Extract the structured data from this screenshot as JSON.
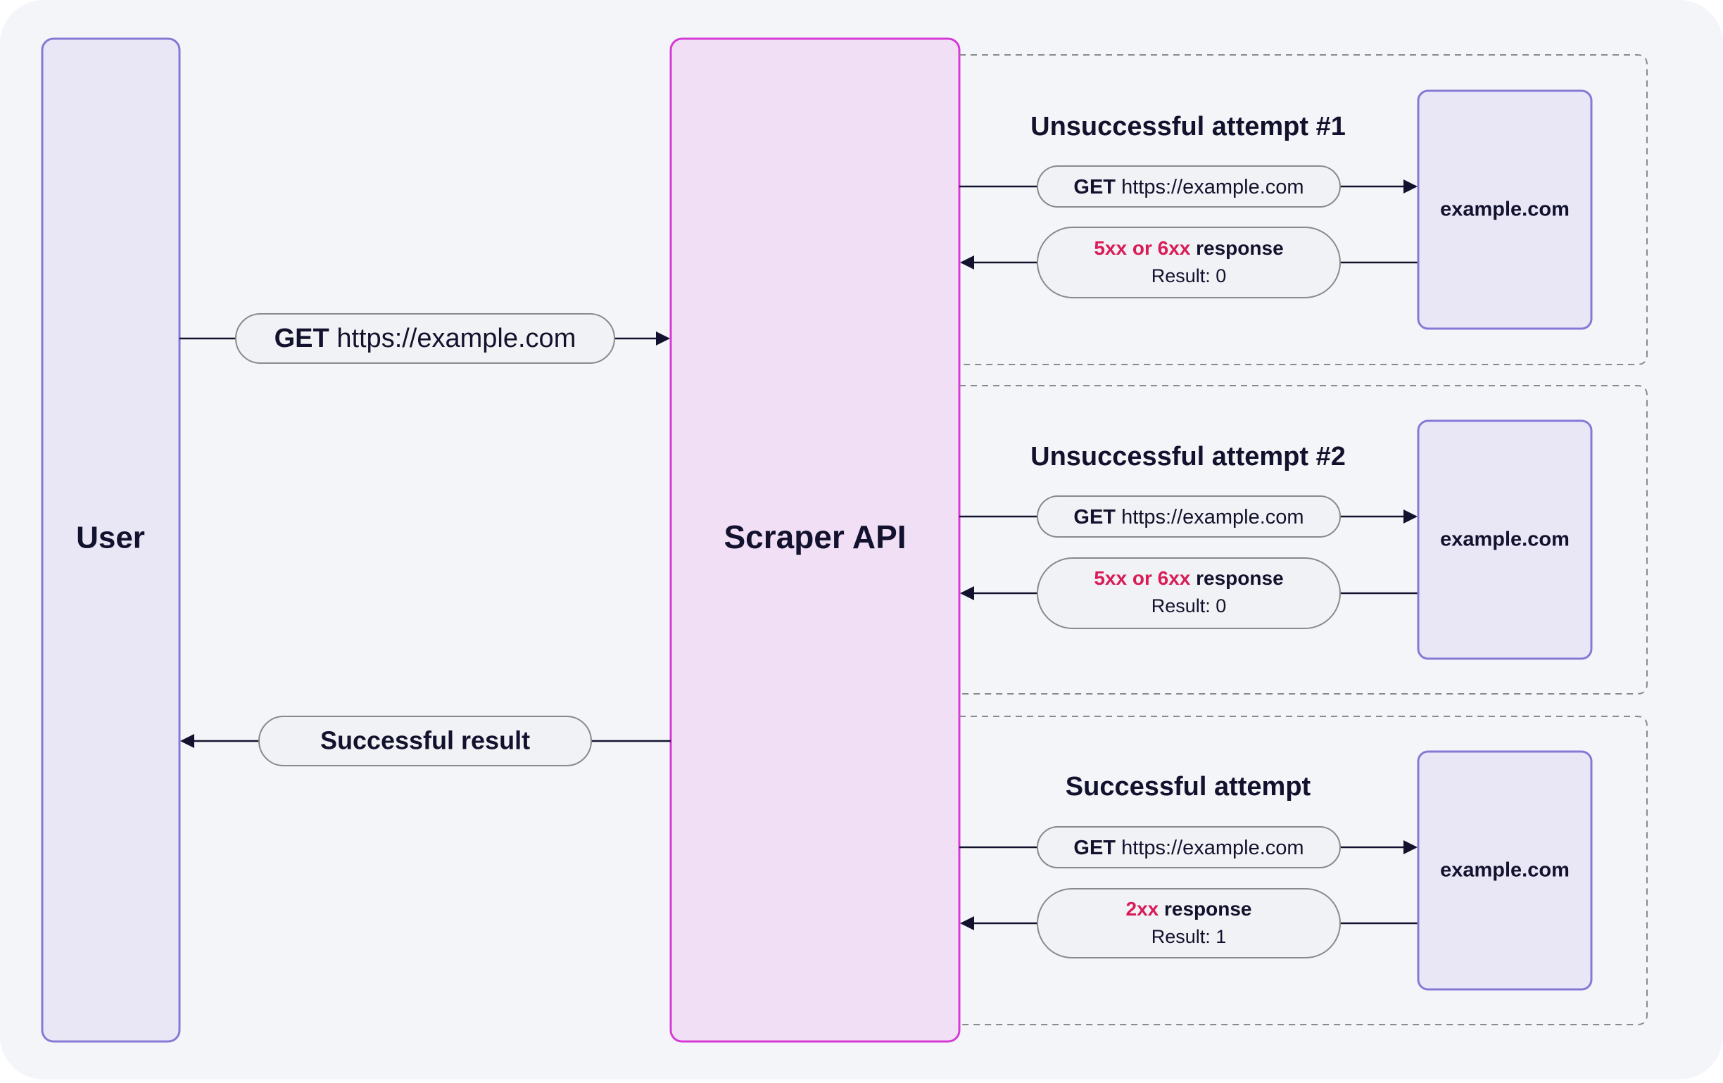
{
  "colors": {
    "background": "#f4f5f8",
    "user_fill": "#e9e7f6",
    "user_stroke": "#8579d6",
    "api_fill": "#f1e0f5",
    "api_stroke": "#d63ad6",
    "target_fill": "#e9e7f6",
    "target_stroke": "#8579d6",
    "pill_fill": "#f1f2f5",
    "pill_stroke": "#8a8a8a",
    "text": "#13122e",
    "highlight": "#d91b57",
    "arrow": "#13122e",
    "dash": "#8a8a8a"
  },
  "user": {
    "label": "User"
  },
  "api": {
    "label": "Scraper API"
  },
  "request": {
    "method": "GET",
    "url": "https://example.com"
  },
  "result": {
    "label": "Successful result"
  },
  "attempts": [
    {
      "title": "Unsuccessful attempt #1",
      "request_method": "GET",
      "request_url": "https://example.com",
      "response_code": "5xx or 6xx",
      "response_word": "response",
      "result": "Result: 0",
      "target": "example.com"
    },
    {
      "title": "Unsuccessful attempt #2",
      "request_method": "GET",
      "request_url": "https://example.com",
      "response_code": "5xx or 6xx",
      "response_word": "response",
      "result": "Result: 0",
      "target": "example.com"
    },
    {
      "title": "Successful attempt",
      "request_method": "GET",
      "request_url": "https://example.com",
      "response_code": "2xx",
      "response_word": "response",
      "result": "Result: 1",
      "target": "example.com"
    }
  ]
}
